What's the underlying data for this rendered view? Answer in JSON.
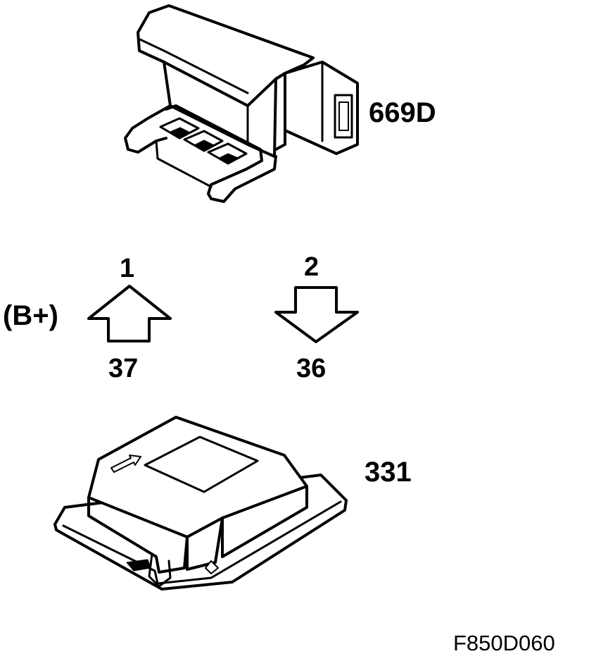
{
  "connector": {
    "label": "669D"
  },
  "module": {
    "label": "331"
  },
  "signals": {
    "supply_label": "(B+)",
    "up": {
      "top_pin": "1",
      "bottom_pin": "37"
    },
    "down": {
      "top_pin": "2",
      "bottom_pin": "36"
    }
  },
  "figure_code": "F850D060"
}
